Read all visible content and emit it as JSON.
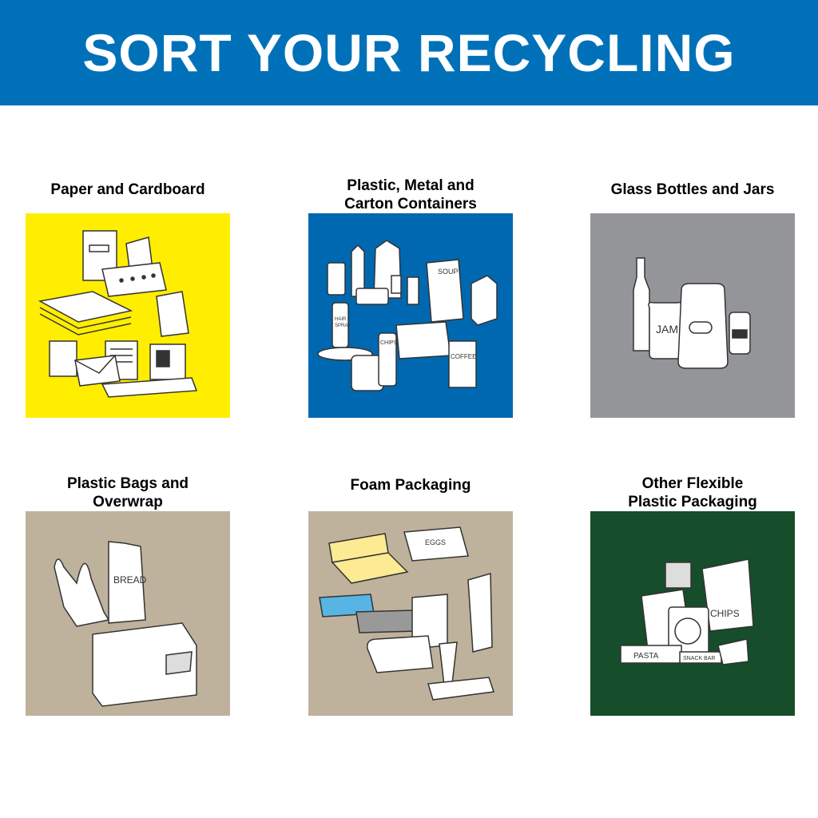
{
  "header": {
    "title": "SORT YOUR RECYCLING"
  },
  "categories": [
    {
      "label": "Paper and Cardboard",
      "color": "#ffee00",
      "icon": "paper-cardboard-icon"
    },
    {
      "label": "Plastic, Metal and\nCarton Containers",
      "color": "#0068b0",
      "icon": "containers-icon",
      "item_labels": {
        "soup": "SOUP",
        "hair_spray": "HAIR\nSPRAY",
        "chips": "CHIPS",
        "coffee": "COFFEE"
      }
    },
    {
      "label": "Glass Bottles and Jars",
      "color": "#939598",
      "icon": "glass-bottles-jars-icon",
      "item_labels": {
        "jam": "JAM"
      }
    },
    {
      "label": "Plastic Bags and\nOverwrap",
      "color": "#beb29c",
      "icon": "plastic-bags-icon",
      "item_labels": {
        "bread": "BREAD"
      }
    },
    {
      "label": "Foam Packaging",
      "color": "#beb29c",
      "icon": "foam-packaging-icon",
      "item_labels": {
        "eggs": "EGGS"
      }
    },
    {
      "label": "Other Flexible\nPlastic Packaging",
      "color": "#164d2b",
      "icon": "flexible-packaging-icon",
      "item_labels": {
        "chips": "CHIPS",
        "pasta": "PASTA",
        "snack_bar": "SNACK BAR"
      }
    }
  ]
}
